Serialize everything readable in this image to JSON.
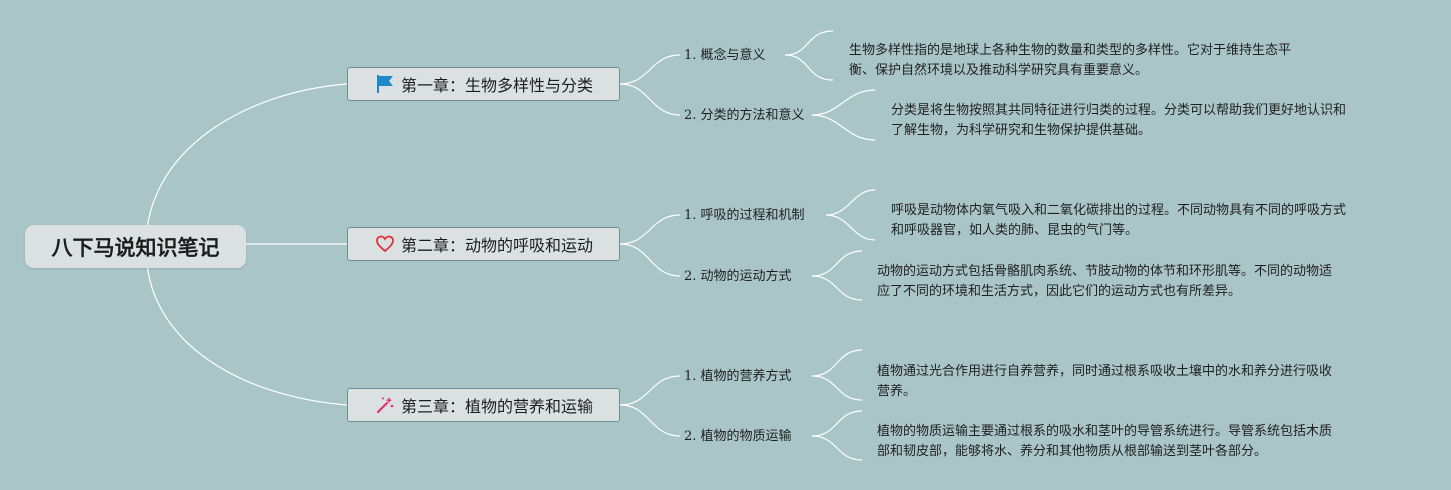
{
  "root": {
    "title": "八下马说知识笔记"
  },
  "chapters": [
    {
      "title": "第一章：生物多样性与分类",
      "icon": "flag-icon",
      "icon_color": "#1e88c9",
      "topics": [
        {
          "label": "1. 概念与意义",
          "desc_lines": [
            "生物多样性指的是地球上各种生物的数量和类型的多样性。它对于维持生态平",
            "衡、保护自然环境以及推动科学研究具有重要意义。"
          ]
        },
        {
          "label": "2. 分类的方法和意义",
          "desc_lines": [
            "分类是将生物按照其共同特征进行归类的过程。分类可以帮助我们更好地认识和",
            "了解生物，为科学研究和生物保护提供基础。"
          ]
        }
      ]
    },
    {
      "title": "第二章：动物的呼吸和运动",
      "icon": "heart-icon",
      "icon_color": "#e0313c",
      "topics": [
        {
          "label": "1. 呼吸的过程和机制",
          "desc_lines": [
            "呼吸是动物体内氧气吸入和二氧化碳排出的过程。不同动物具有不同的呼吸方式",
            "和呼吸器官，如人类的肺、昆虫的气门等。"
          ]
        },
        {
          "label": "2. 动物的运动方式",
          "desc_lines": [
            "动物的运动方式包括骨骼肌肉系统、节肢动物的体节和环形肌等。不同的动物适",
            "应了不同的环境和生活方式，因此它们的运动方式也有所差异。"
          ]
        }
      ]
    },
    {
      "title": "第三章：植物的营养和运输",
      "icon": "magic-wand-icon",
      "icon_color": "#e0316e",
      "topics": [
        {
          "label": "1. 植物的营养方式",
          "desc_lines": [
            "植物通过光合作用进行自养营养，同时通过根系吸收土壤中的水和养分进行吸收",
            "营养。"
          ]
        },
        {
          "label": "2. 植物的物质运输",
          "desc_lines": [
            "植物的物质运输主要通过根系的吸水和茎叶的导管系统进行。导管系统包括木质",
            "部和韧皮部，能够将水、养分和其他物质从根部输送到茎叶各部分。"
          ]
        }
      ]
    }
  ]
}
